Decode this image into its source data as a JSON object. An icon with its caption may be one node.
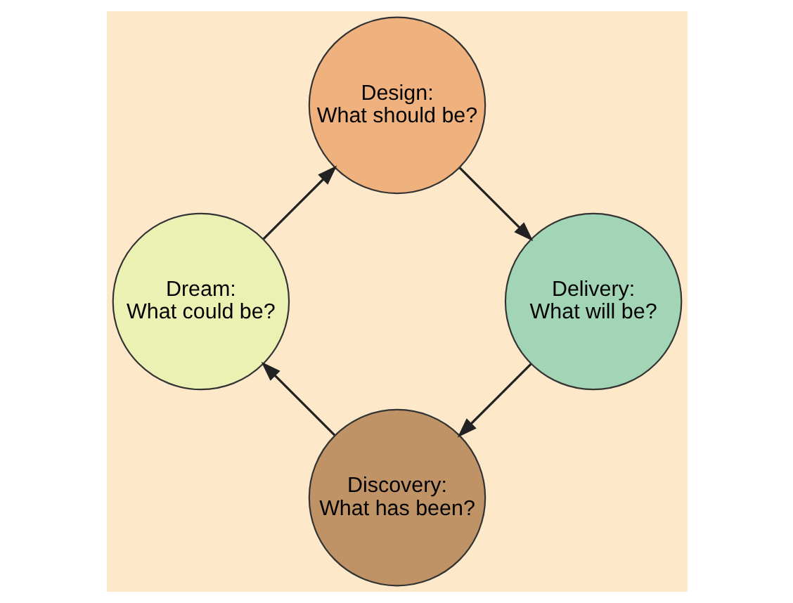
{
  "diagram": {
    "nodes": [
      {
        "text": [
          "Discovery:",
          "What has been?"
        ]
      },
      {
        "text": [
          "Dream:",
          "What could be?"
        ]
      },
      {
        "text": [
          "Design:",
          "What should be?"
        ]
      },
      {
        "text": [
          "Delivery:",
          "What will be?"
        ]
      }
    ],
    "edges": [
      {
        "from": 0,
        "to": 1,
        "arrow": "to"
      },
      {
        "from": 1,
        "to": 2,
        "arrow": "to"
      },
      {
        "from": 2,
        "to": 3,
        "arrow": "to"
      },
      {
        "from": 3,
        "to": 0,
        "arrow": "to"
      }
    ]
  }
}
